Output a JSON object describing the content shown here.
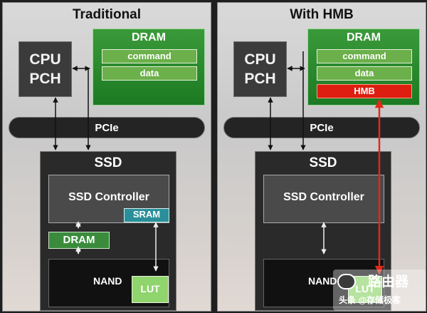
{
  "left_panel": {
    "title": "Traditional",
    "cpu_line1": "CPU",
    "cpu_line2": "PCH",
    "dram_title": "DRAM",
    "dram_rows": [
      "command",
      "data"
    ],
    "bus": "PCIe",
    "ssd_title": "SSD",
    "controller": "SSD Controller",
    "sram": "SRAM",
    "ssd_dram": "DRAM",
    "nand": "NAND",
    "lut": "LUT"
  },
  "right_panel": {
    "title": "With HMB",
    "cpu_line1": "CPU",
    "cpu_line2": "PCH",
    "dram_title": "DRAM",
    "dram_rows": [
      "command",
      "data"
    ],
    "hmb": "HMB",
    "bus": "PCIe",
    "ssd_title": "SSD",
    "controller": "SSD Controller",
    "nand": "NAND",
    "lut": "LUT"
  },
  "watermark": {
    "brand": "路由器",
    "line": "头条 @存储极客",
    "icon": "router-logo-icon"
  },
  "colors": {
    "dram_green": "#1c7a22",
    "hmb_red": "#dd1e10",
    "hmb_link": "#e02a1a",
    "lut_green": "#8fd46c",
    "sram_teal": "#2a8f99"
  }
}
